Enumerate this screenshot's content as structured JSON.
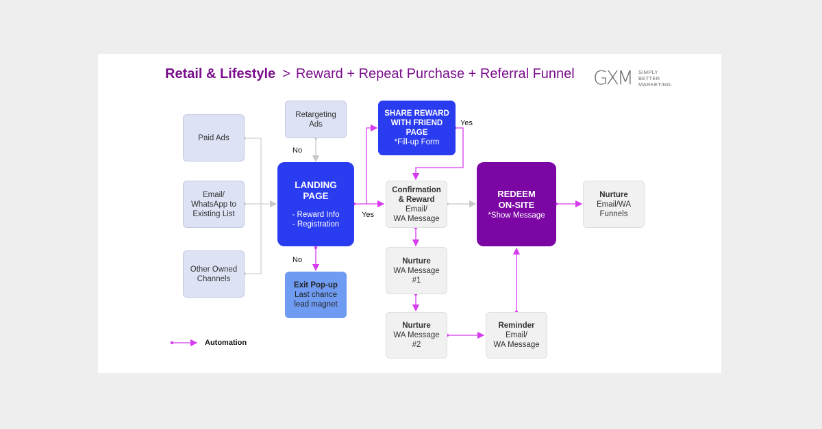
{
  "header": {
    "title_bold": "Retail & Lifestyle",
    "separator": ">",
    "title_rest": "Reward + Repeat Purchase + Referral Funnel"
  },
  "logo": {
    "mark": "GXM",
    "tagline": [
      "SIMPLY",
      "BETTER",
      "MARKETING."
    ]
  },
  "colors": {
    "title": "#7a0e8c",
    "automation_arrow": "#d63bf0",
    "flow_arrow": "#c8c8c8",
    "landing_page": "#2a3cf0",
    "redeem": "#7b06a4",
    "exit_popup": "#6f9cf2",
    "source_node": "#dde2f4",
    "message_node": "#f1f1f1"
  },
  "nodes": {
    "paid_ads": {
      "lines": [
        "Paid Ads"
      ]
    },
    "email_whatsapp": {
      "lines": [
        "Email/",
        "WhatsApp to",
        "Existing List"
      ]
    },
    "other_owned": {
      "lines": [
        "Other Owned",
        "Channels"
      ]
    },
    "retargeting": {
      "lines": [
        "Retargeting",
        "Ads"
      ]
    },
    "landing": {
      "title": [
        "LANDING",
        "PAGE"
      ],
      "items": [
        "- Reward Info",
        "- Registration"
      ]
    },
    "exit_popup": {
      "title": "Exit Pop-up",
      "lines": [
        "Last chance",
        "lead magnet"
      ]
    },
    "share_reward": {
      "title": [
        "SHARE REWARD",
        "WITH FRIEND",
        "PAGE"
      ],
      "sub": "*Fill-up Form"
    },
    "confirmation": {
      "title": [
        "Confirmation",
        "& Reward"
      ],
      "lines": [
        "Email/",
        "WA Message"
      ]
    },
    "nurture1": {
      "title": "Nurture",
      "lines": [
        "WA Message",
        "#1"
      ]
    },
    "nurture2": {
      "title": "Nurture",
      "lines": [
        "WA Message",
        "#2"
      ]
    },
    "reminder": {
      "title": "Reminder",
      "lines": [
        "Email/",
        "WA Message"
      ]
    },
    "redeem": {
      "title": [
        "REDEEM",
        "ON-SITE"
      ],
      "sub": "*Show Message"
    },
    "nurture_funnels": {
      "title": "Nurture",
      "lines": [
        "Email/WA",
        "Funnels"
      ]
    }
  },
  "edge_labels": {
    "no_top": "No",
    "no_bottom": "No",
    "yes_landing": "Yes",
    "yes_share": "Yes"
  },
  "legend": {
    "label": "Automation"
  }
}
